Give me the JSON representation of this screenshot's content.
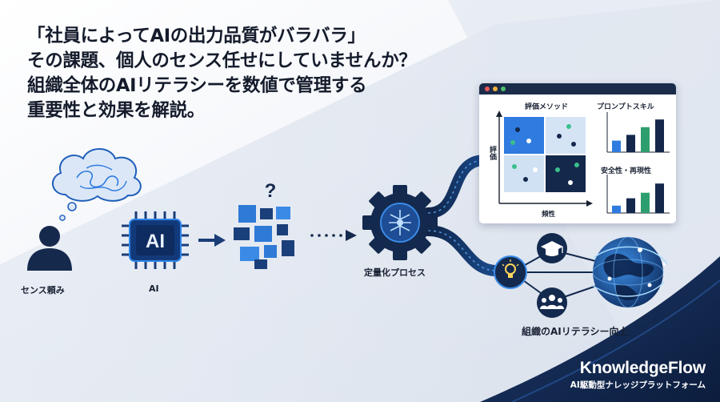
{
  "headline": {
    "line1": "「社員によってAIの出力品質がバラバラ」",
    "line2": "その課題、個人のセンス任せにしていませんか？",
    "line3": "組織全体のAIリテラシーを数値で管理する",
    "line4": "重要性と効果を解説。"
  },
  "diagram": {
    "person_label": "センス頼み",
    "chip_text": "AI",
    "chip_label": "AI",
    "question_mark": "?",
    "process_label": "定量化プロセス",
    "outcome_label": "組織のAIリテラシー向上"
  },
  "dashboard": {
    "matrix_title": "評価メソッド",
    "y_axis_label": "評価",
    "x_axis_label": "頻性",
    "chart1_title": "プロンプトスキル",
    "chart2_title": "安全性・再現性",
    "chart1": {
      "type": "bar",
      "values": [
        0.3,
        0.45,
        0.65,
        0.85
      ]
    },
    "chart2": {
      "type": "bar",
      "values": [
        0.2,
        0.4,
        0.55,
        0.8
      ]
    },
    "window_dot_colors": [
      "#e8585a",
      "#f0b43c",
      "#4cbf6a"
    ]
  },
  "colors": {
    "navy": "#12284e",
    "accent_blue": "#2f7be0",
    "green": "#2f9e6e"
  },
  "brand": {
    "name": "KnowledgeFlow",
    "tagline": "AI駆動型ナレッジプラットフォーム"
  }
}
